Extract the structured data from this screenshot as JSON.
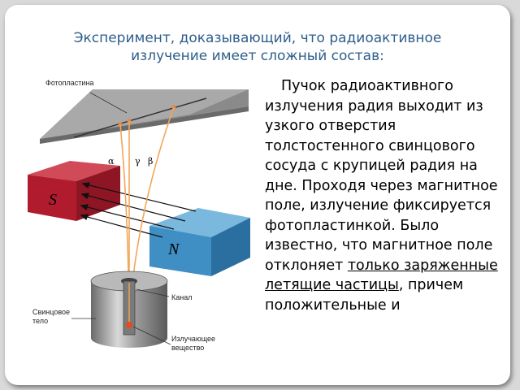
{
  "slide": {
    "title_line1": "Эксперимент, доказывающий, что радиоактивное",
    "title_line2": "излучение имеет сложный состав:"
  },
  "text": {
    "part1": "Пучок радиоактивного излучения радия выходит из узкого отверстия толстостенного свинцового сосуда с крупицей радия на дне. Проходя через магнитное поле, излучение фиксируется фотопластинкой. Было известно, что магнитное поле отклоняет ",
    "underlined": "только заряженные летящие частицы",
    "part2": ", причем положительные и"
  },
  "figure": {
    "label_photoplate": "Фотопластина",
    "label_alpha": "α",
    "label_gamma": "γ",
    "label_beta": "β",
    "label_S": "S",
    "label_N": "N",
    "label_channel": "Канал",
    "label_lead_body_1": "Свинцовое",
    "label_lead_body_2": "тело",
    "label_emitting_1": "Излучающее",
    "label_emitting_2": "вещество",
    "colors": {
      "title": "#2e5e8c",
      "magnet_s": "#b01c2e",
      "magnet_n": "#3f8fc4",
      "plate": "#8d8d8d",
      "beam": "#f2a65a"
    }
  }
}
